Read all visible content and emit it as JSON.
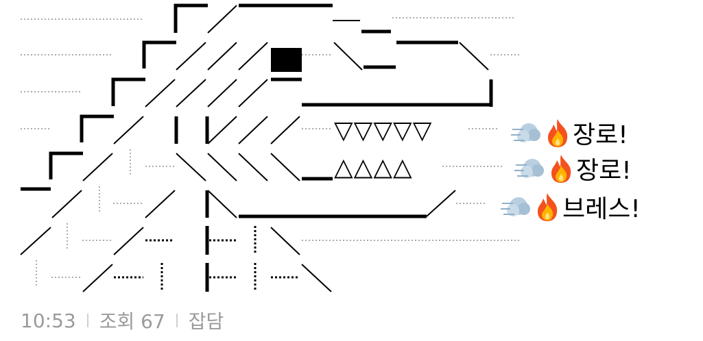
{
  "art": {
    "teeth_top": "▽▽▽▽▽",
    "teeth_bottom": "△△△△"
  },
  "shouts": [
    {
      "icon_smoke": "dashing-away-icon",
      "icon_fire": "fire-icon",
      "text": "장로!"
    },
    {
      "icon_smoke": "dashing-away-icon",
      "icon_fire": "fire-icon",
      "text": "장로!"
    },
    {
      "icon_smoke": "dashing-away-icon",
      "icon_fire": "fire-icon",
      "text": "브레스!"
    }
  ],
  "meta": {
    "time": "10:53",
    "views": "조회 67",
    "category": "잡담"
  }
}
